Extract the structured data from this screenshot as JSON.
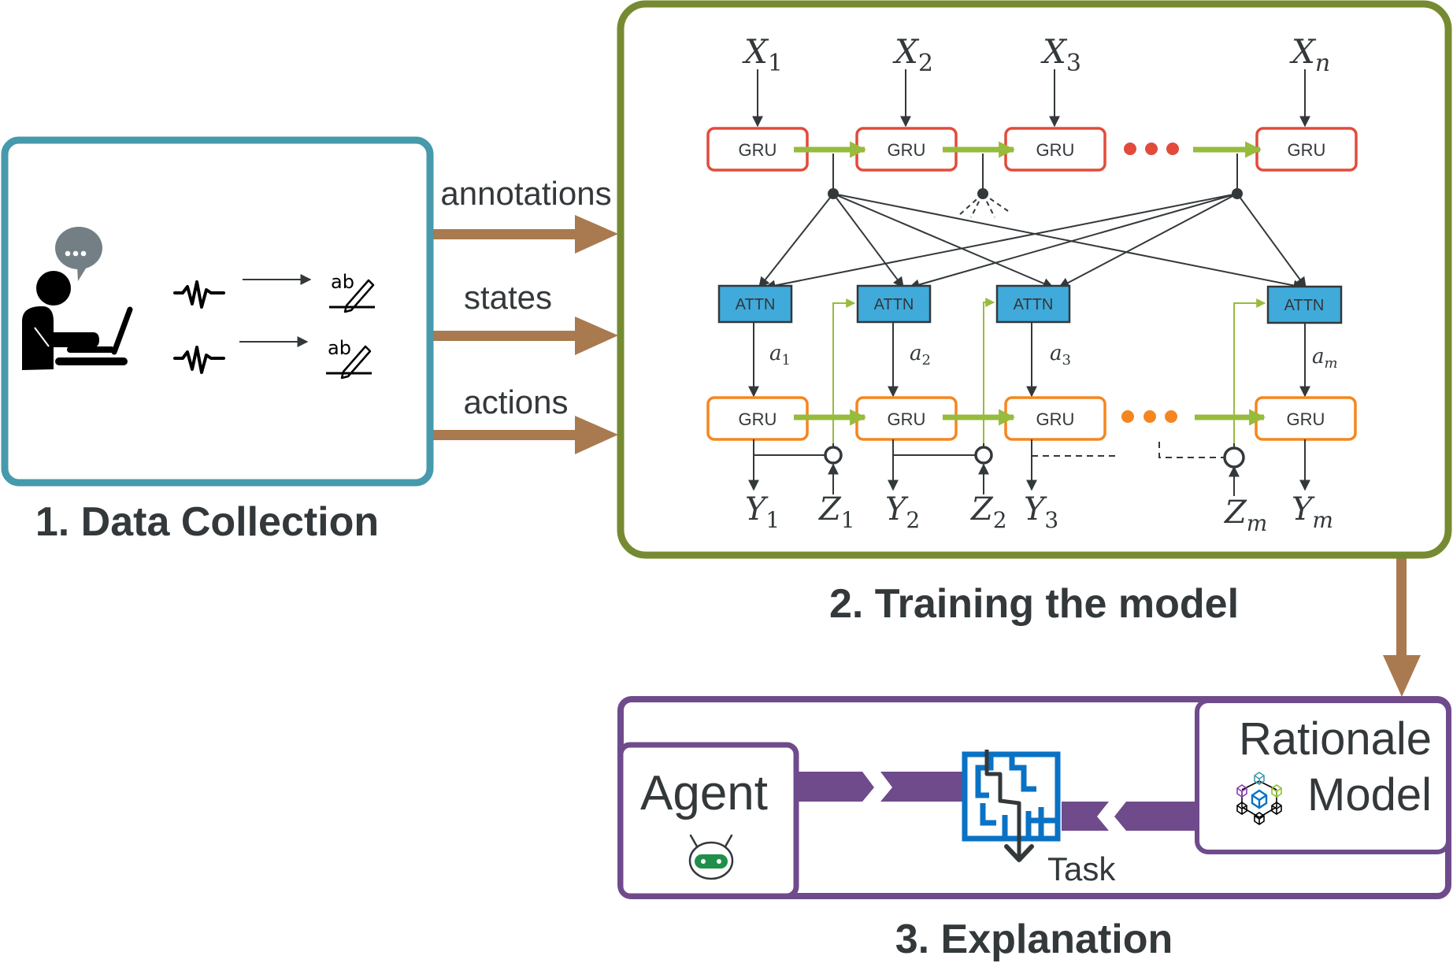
{
  "stages": {
    "data_collection": {
      "title": "1. Data Collection",
      "border_color": "#469aab"
    },
    "training": {
      "title": "2. Training the model",
      "border_color": "#768b31"
    },
    "explanation": {
      "title": "3. Explanation",
      "border_color": "#6f4b8b"
    }
  },
  "flows": {
    "color": "#a97a4f",
    "labels": [
      "annotations",
      "states",
      "actions"
    ]
  },
  "model": {
    "encoder": {
      "inputs": [
        {
          "base": "X",
          "sub": "1",
          "sub_italic": false
        },
        {
          "base": "X",
          "sub": "2",
          "sub_italic": false
        },
        {
          "base": "X",
          "sub": "3",
          "sub_italic": false
        },
        {
          "base": "X",
          "sub": "n",
          "sub_italic": true
        }
      ],
      "cell_label": "GRU",
      "cell_color": "#e24b3b"
    },
    "attention": {
      "label": "ATTN",
      "fill": "#40aadb",
      "weights": [
        {
          "base": "a",
          "sub": "1",
          "sub_italic": false
        },
        {
          "base": "a",
          "sub": "2",
          "sub_italic": false
        },
        {
          "base": "a",
          "sub": "3",
          "sub_italic": false
        },
        {
          "base": "a",
          "sub": "m",
          "sub_italic": true
        }
      ]
    },
    "decoder": {
      "cell_label": "GRU",
      "cell_color": "#f5861f",
      "outputs": [
        {
          "base": "Y",
          "sub": "1",
          "sub_italic": false
        },
        {
          "base": "Y",
          "sub": "2",
          "sub_italic": false
        },
        {
          "base": "Y",
          "sub": "3",
          "sub_italic": false
        },
        {
          "base": "Y",
          "sub": "m",
          "sub_italic": true
        }
      ],
      "feedback_inputs": [
        {
          "base": "Z",
          "sub": "1",
          "sub_italic": false
        },
        {
          "base": "Z",
          "sub": "2",
          "sub_italic": false
        },
        {
          "base": "Z",
          "sub": "m",
          "sub_italic": true
        }
      ]
    },
    "recurrent_arrow_color": "#97bb3d"
  },
  "explanation": {
    "agent_label": "Agent",
    "task_label": "Task",
    "rationale_label_line1": "Rationale",
    "rationale_label_line2": "Model",
    "maze_color": "#0a72c4",
    "robot_color": "#1f8f4a"
  },
  "icons": [
    "person-laptop-icon",
    "speech-bubble-icon",
    "waveform-icon",
    "annotate-icon",
    "maze-icon",
    "robot-icon",
    "network-cubes-icon"
  ]
}
